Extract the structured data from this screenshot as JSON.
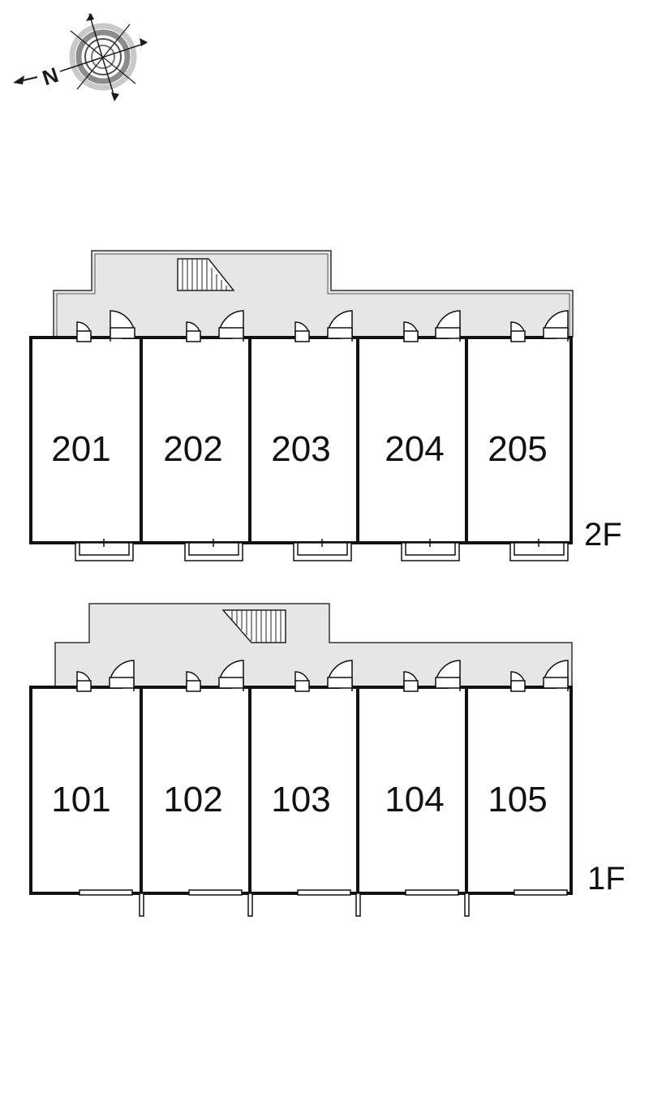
{
  "compass": {
    "north_letter": "N",
    "icon": "compass-rose-icon"
  },
  "floors": [
    {
      "id": "2F",
      "label": "2F",
      "units": [
        "201",
        "202",
        "203",
        "204",
        "205"
      ]
    },
    {
      "id": "1F",
      "label": "1F",
      "units": [
        "101",
        "102",
        "103",
        "104",
        "105"
      ]
    }
  ],
  "colors": {
    "corridor_fill": "#e6e6e6",
    "wall": "#111111",
    "background": "#ffffff",
    "compass_ring": "#8c8c8c"
  }
}
